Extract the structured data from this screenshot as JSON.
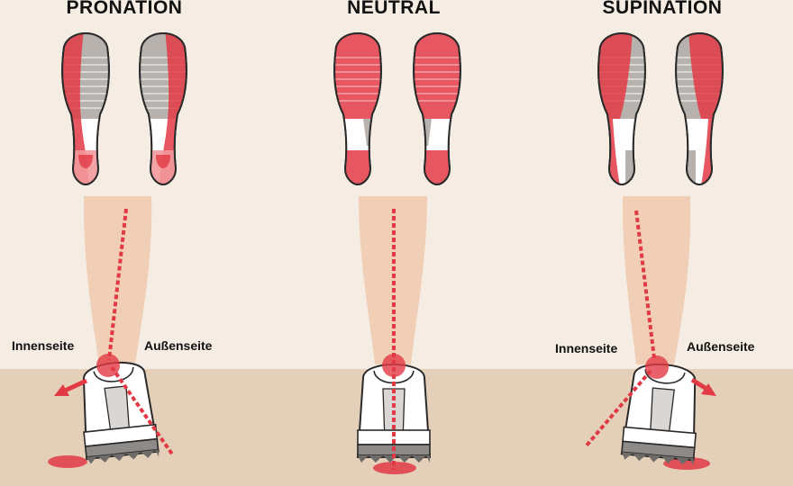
{
  "colors": {
    "background": "#f5ede4",
    "ground": "#e4cfb9",
    "leg": "#f1cfb6",
    "pressure": "#e23a45",
    "pressure_soft": "#f2999c",
    "outline": "#2a2a2a"
  },
  "panels": [
    {
      "id": "pronation",
      "title": "PRONATION",
      "inner_label": "Innenseite",
      "outer_label": "Außenseite"
    },
    {
      "id": "neutral",
      "title": "NEUTRAL"
    },
    {
      "id": "supination",
      "title": "SUPINATION",
      "inner_label": "Innenseite",
      "outer_label": "Außenseite"
    }
  ]
}
